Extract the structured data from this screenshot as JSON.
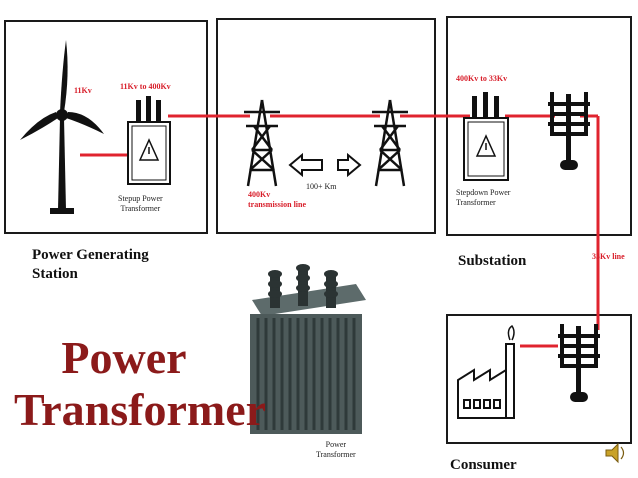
{
  "labels": {
    "voltage_wind": "11Kv",
    "voltage_stepup": "11Kv to 400Kv",
    "stepup_transformer": "Stepup Power\nTransformer",
    "transmission_line": "400Kv\ntransmission line",
    "distance": "100+ Km",
    "voltage_stepdown": "400Kv to 33Kv",
    "stepdown_transformer": "Stepdown Power\nTransformer",
    "line_33kv": "33Kv line",
    "transformer_caption": "Power\nTransformer"
  },
  "sections": {
    "generating": "Power Generating\nStation",
    "substation": "Substation",
    "consumer": "Consumer"
  },
  "title": "Power\nTransformer",
  "colors": {
    "line": "#e0242f",
    "title": "#8b1a1a",
    "voltage_text": "#d81e2a"
  }
}
